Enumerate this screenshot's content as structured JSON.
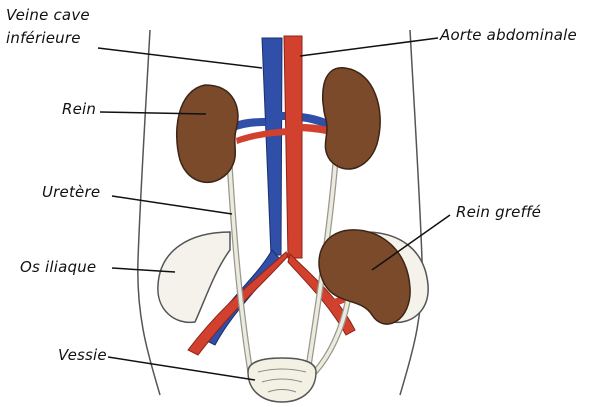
{
  "labels": {
    "veine_cave_line1": "Veine cave",
    "veine_cave_line2": "inférieure",
    "aorte": "Aorte abdominale",
    "rein": "Rein",
    "uretere": "Uretère",
    "os_iliaque": "Os iliaque",
    "rein_greffe": "Rein greffé",
    "vessie": "Vessie"
  },
  "colors": {
    "vein": "#2f4fa8",
    "artery": "#d2402e",
    "kidney": "#7a4a2a",
    "ureter": "#e4e2d6",
    "outline": "#333333"
  }
}
